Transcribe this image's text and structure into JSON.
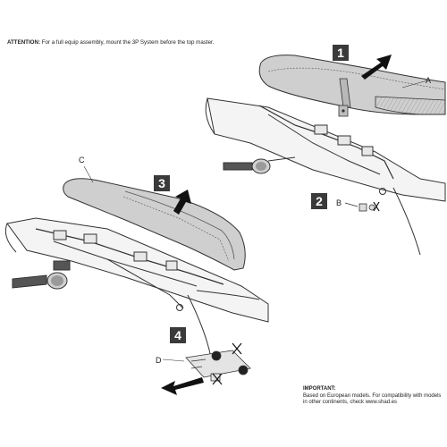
{
  "attention": {
    "prefix": "ATTENTION:",
    "text": "For a full equip assembly, mount the 3P System before the top master."
  },
  "important": {
    "heading": "IMPORTANT:",
    "line1": "Based on European models. For compatibility with models",
    "line2": "in other continents, check www.shad.es"
  },
  "steps": [
    "1",
    "2",
    "3",
    "4"
  ],
  "labels": {
    "a": "A",
    "b": "B",
    "c": "C",
    "d": "D"
  },
  "colors": {
    "step_box": "#3a3a3a",
    "seat": "#c8c8c8",
    "line": "#333333"
  }
}
